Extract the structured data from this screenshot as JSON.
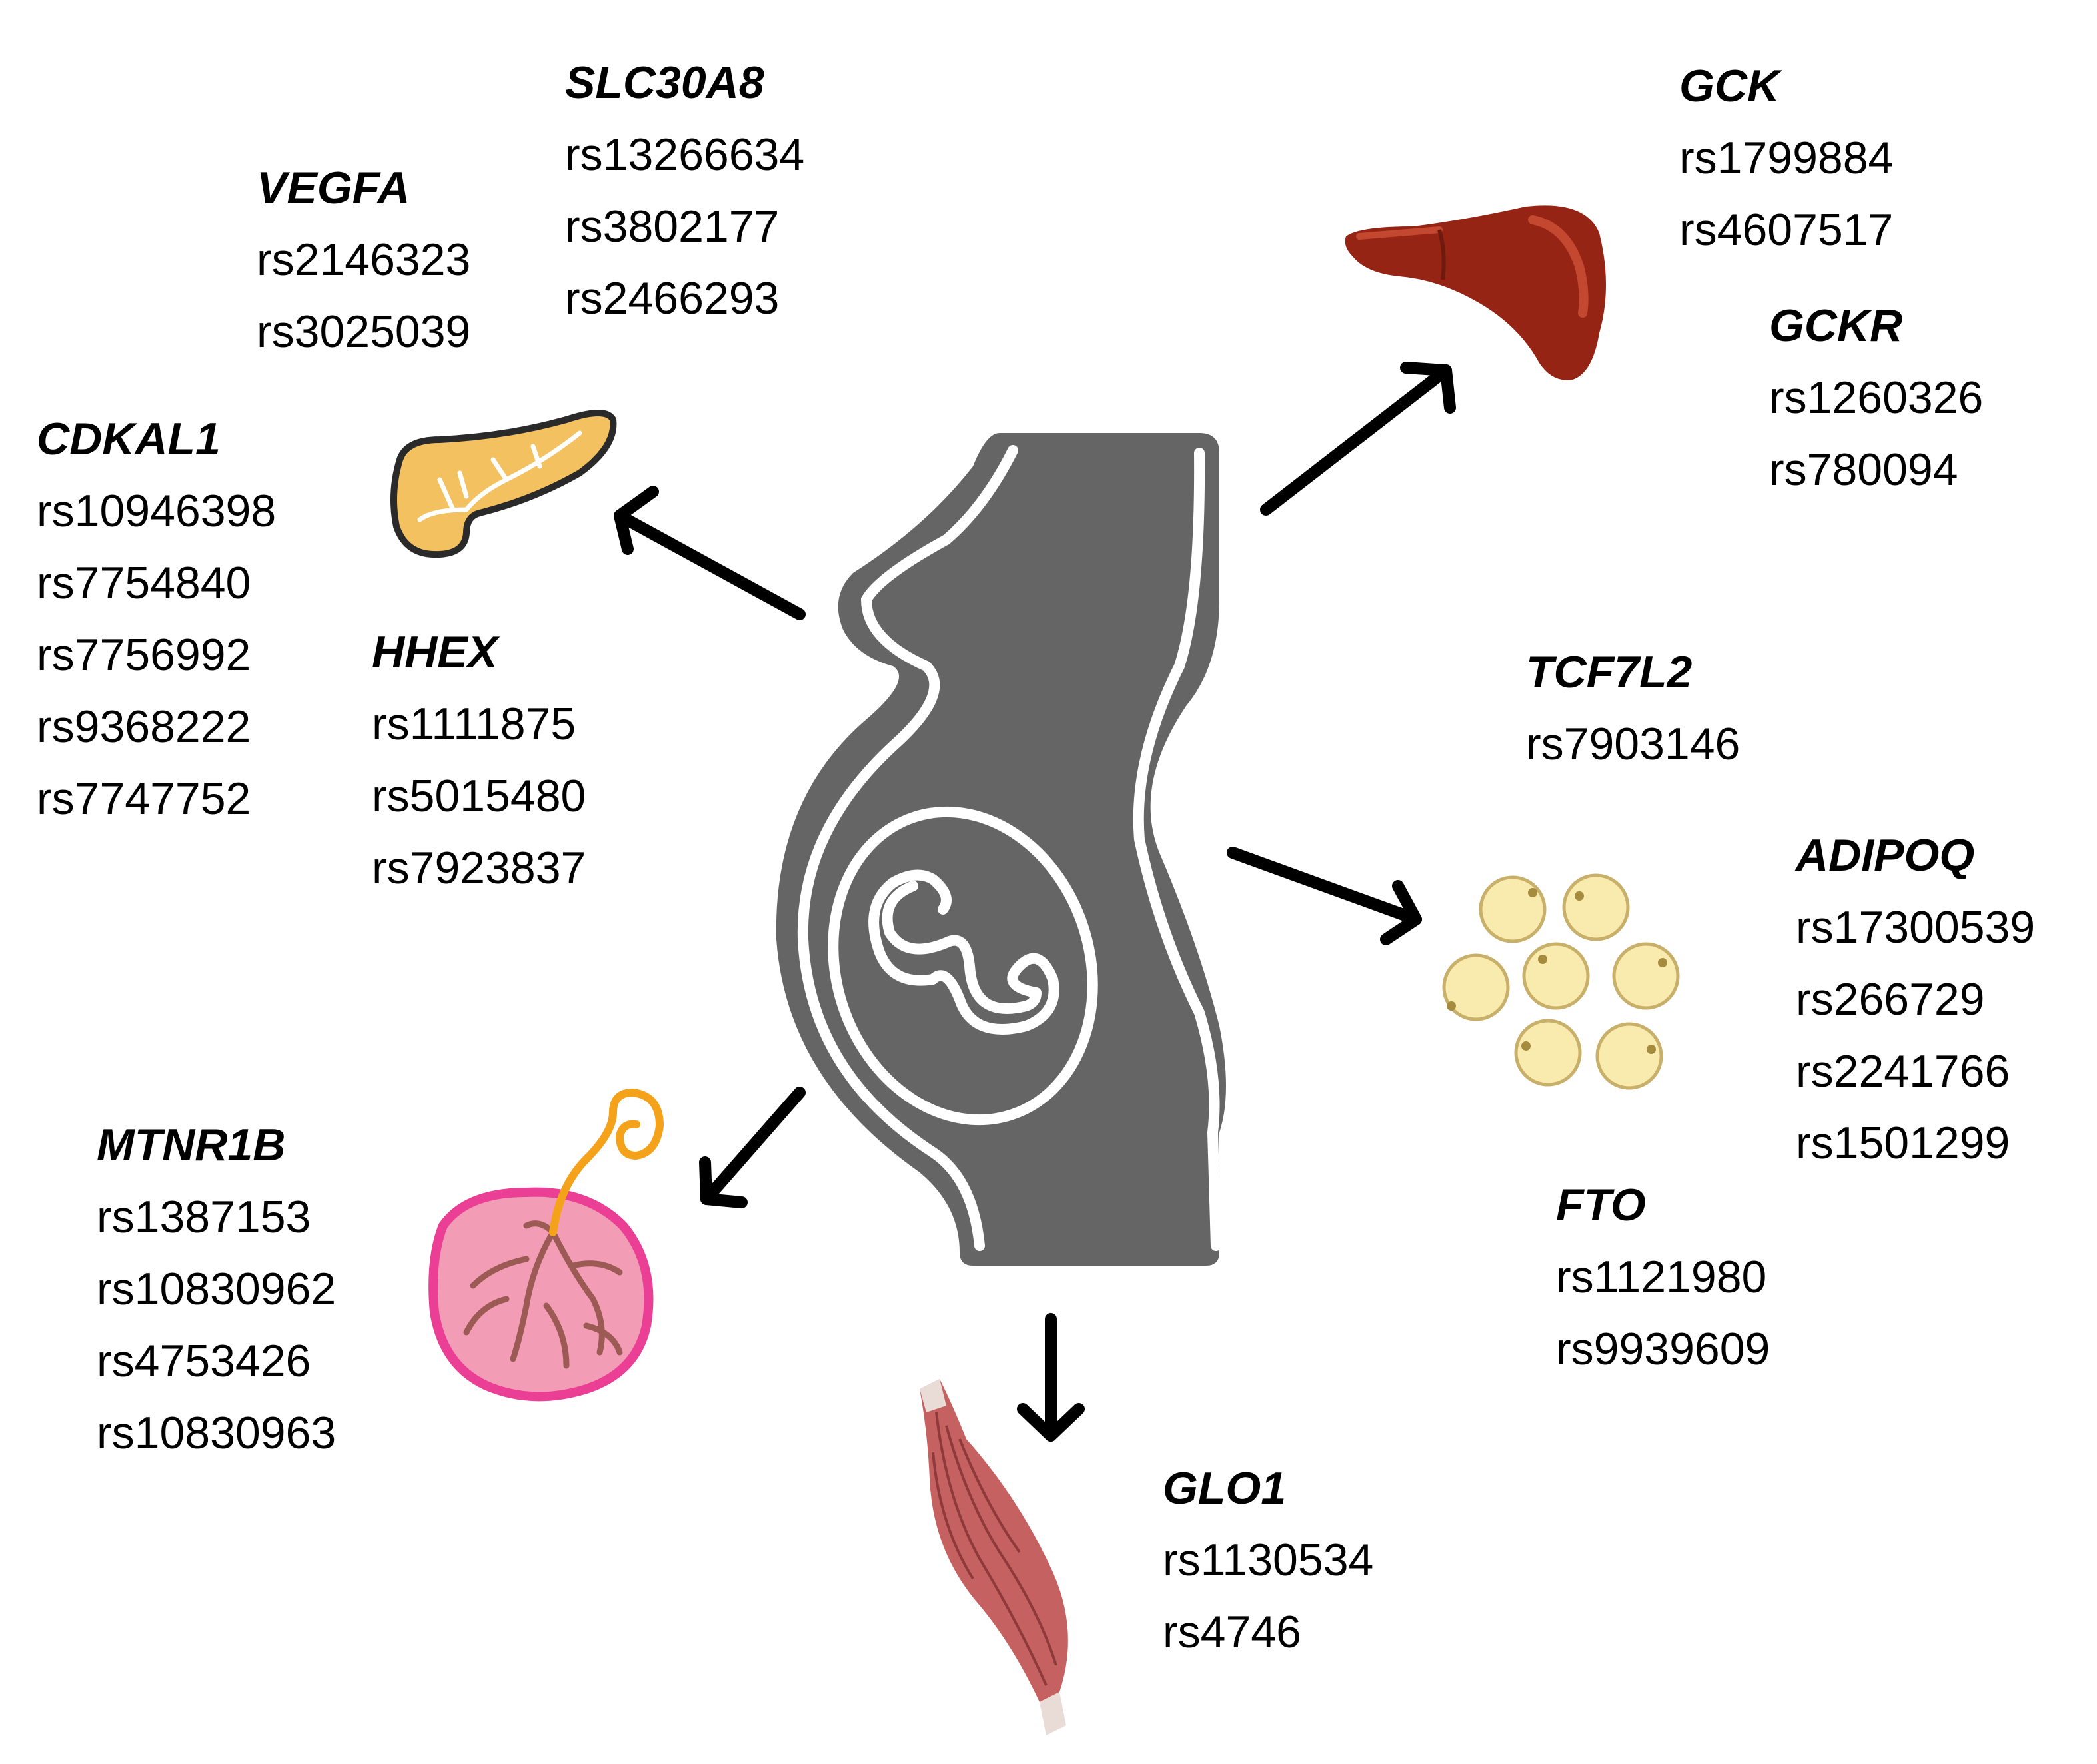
{
  "genes": {
    "vegfa": {
      "name": "VEGFA",
      "snps": [
        "rs2146323",
        "rs3025039"
      ]
    },
    "slc30a8": {
      "name": "SLC30A8",
      "snps": [
        "rs13266634",
        "rs3802177",
        "rs2466293"
      ]
    },
    "cdkal1": {
      "name": "CDKAL1",
      "snps": [
        "rs10946398",
        "rs7754840",
        "rs7756992",
        "rs9368222",
        "rs7747752"
      ]
    },
    "hhex": {
      "name": "HHEX",
      "snps": [
        "rs1111875",
        "rs5015480",
        "rs7923837"
      ]
    },
    "gck": {
      "name": "GCK",
      "snps": [
        "rs1799884",
        "rs4607517"
      ]
    },
    "gckr": {
      "name": "GCKR",
      "snps": [
        "rs1260326",
        "rs780094"
      ]
    },
    "tcf7l2": {
      "name": "TCF7L2",
      "snps": [
        "rs7903146"
      ]
    },
    "adipoq": {
      "name": "ADIPOQ",
      "snps": [
        "rs17300539",
        "rs266729",
        "rs2241766",
        "rs1501299"
      ]
    },
    "fto": {
      "name": "FTO",
      "snps": [
        "rs1121980",
        "rs9939609"
      ]
    },
    "mtnr1b": {
      "name": "MTNR1B",
      "snps": [
        "rs1387153",
        "rs10830962",
        "rs4753426",
        "rs10830963"
      ]
    },
    "glo1": {
      "name": "GLO1",
      "snps": [
        "rs1130534",
        "rs4746"
      ]
    }
  },
  "colors": {
    "body": "#656565",
    "liver": "#952414",
    "pancreas": "#f4c160",
    "placenta": "#f39cb5",
    "placenta_border": "#ea3f95",
    "cord": "#f5a21b",
    "adipocyte": "#f9eaad",
    "muscle": "#c56160",
    "arrow": "#000000"
  }
}
